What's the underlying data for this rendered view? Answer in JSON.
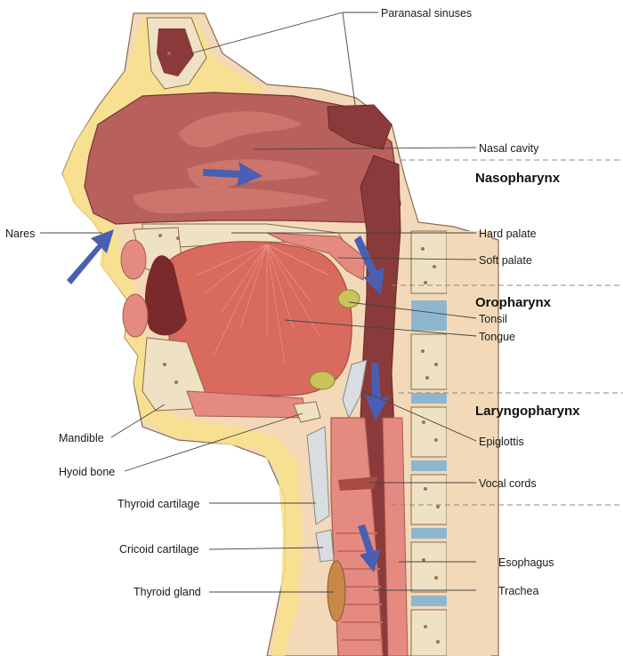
{
  "labels": {
    "paranasal_sinuses": "Paranasal sinuses",
    "nasal_cavity": "Nasal cavity",
    "nares": "Nares",
    "hard_palate": "Hard palate",
    "soft_palate": "Soft palate",
    "tonsil": "Tonsil",
    "tongue": "Tongue",
    "mandible": "Mandible",
    "hyoid_bone": "Hyoid bone",
    "epiglottis": "Epiglottis",
    "vocal_cords": "Vocal cords",
    "thyroid_cartilage": "Thyroid cartilage",
    "cricoid_cartilage": "Cricoid cartilage",
    "thyroid_gland": "Thyroid gland",
    "esophagus": "Esophagus",
    "trachea": "Trachea"
  },
  "regions": {
    "nasopharynx": "Nasopharynx",
    "oropharynx": "Oropharynx",
    "laryngopharynx": "Laryngopharynx"
  },
  "colors": {
    "skin": "#f3d9b8",
    "fat": "#f7e08a",
    "bone": "#efe2c4",
    "bone_marrow": "#a0705a",
    "cavity": "#b8605c",
    "cavity_dark": "#8a3a3a",
    "muscle": "#e58a80",
    "tongue": "#d96a5e",
    "cartilage": "#d9dde0",
    "disc": "#8fb6cf",
    "tonsil": "#c9c45a",
    "airflow_arrow": "#4a5fb3",
    "leader_line": "#444444"
  }
}
